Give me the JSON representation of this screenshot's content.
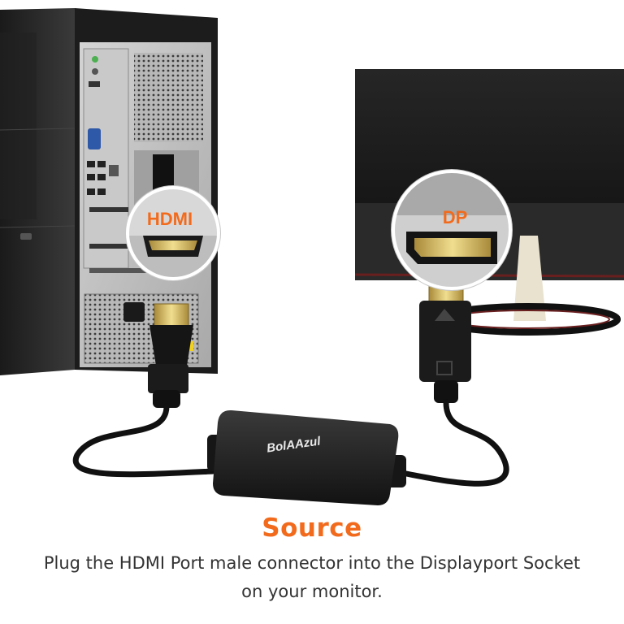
{
  "callouts": {
    "hdmi_label": "HDMI",
    "dp_label": "DP"
  },
  "adapter": {
    "brand": "BolAAzul"
  },
  "caption": {
    "title": "Source",
    "line1": "Plug the HDMI Port male connector into the Displayport Socket",
    "line2": "on your monitor."
  },
  "colors": {
    "accent": "#f26b1d",
    "body_text": "#333333"
  }
}
